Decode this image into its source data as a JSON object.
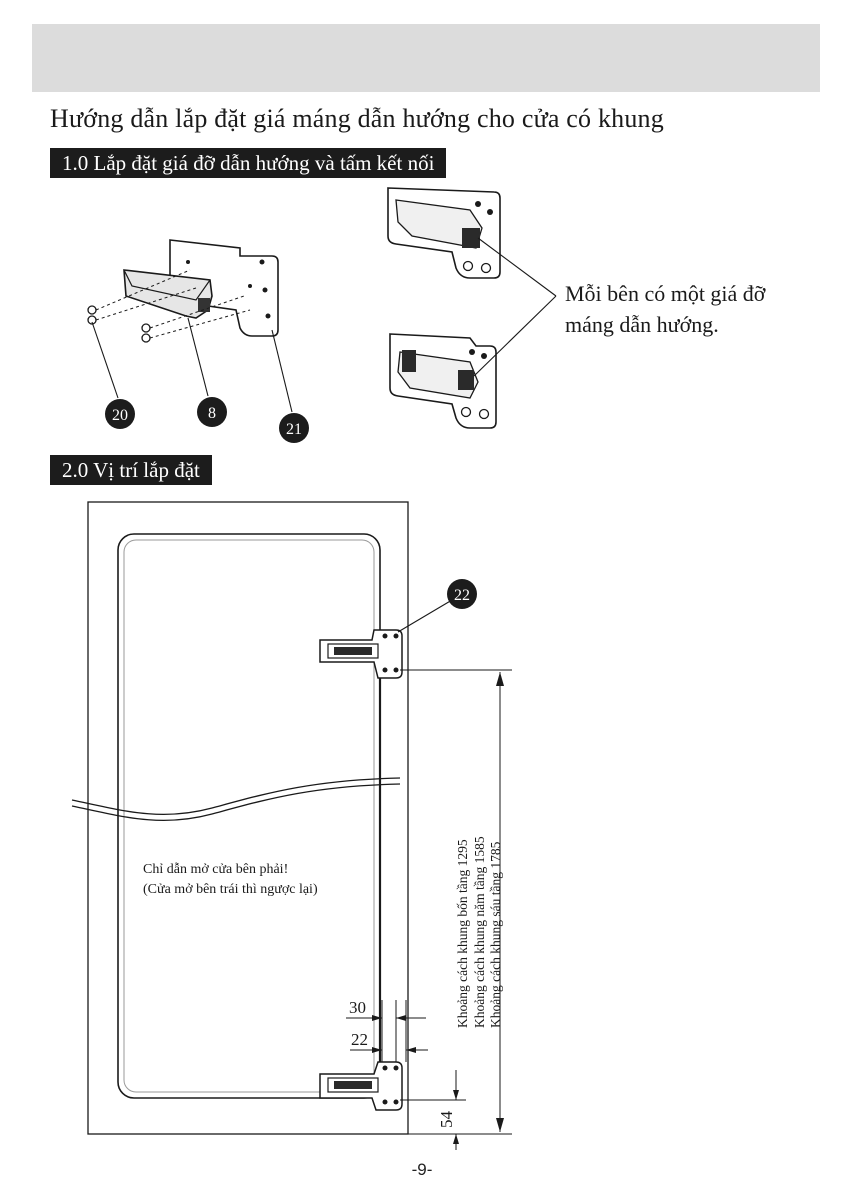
{
  "header": {
    "title": "Hướng dẫn lắp đặt giá máng dẫn hướng cho cửa có khung"
  },
  "sections": [
    {
      "label": "1.0 Lắp đặt giá đỡ dẫn hướng và tấm kết nối"
    },
    {
      "label": "2.0 Vị trí lắp đặt"
    }
  ],
  "step1": {
    "callouts": [
      "20",
      "8",
      "21"
    ],
    "note_lines": [
      "Mỗi bên có một giá đỡ",
      "máng dẫn hướng."
    ]
  },
  "step2": {
    "callout": "22",
    "door_note_lines": [
      "Chỉ dẫn mở cửa bên phải!",
      "(Cửa mở bên trái thì ngược lại)"
    ],
    "vertical_dimension_labels": [
      "Khoảng cách khung bốn tầng 1295",
      "Khoảng cách khung năm tầng 1585",
      "Khoảng cách khung sáu tầng 1785"
    ],
    "dimensions": {
      "d30": "30",
      "d22": "22",
      "d54": "54"
    }
  },
  "footer": {
    "page_number": "-9-"
  }
}
